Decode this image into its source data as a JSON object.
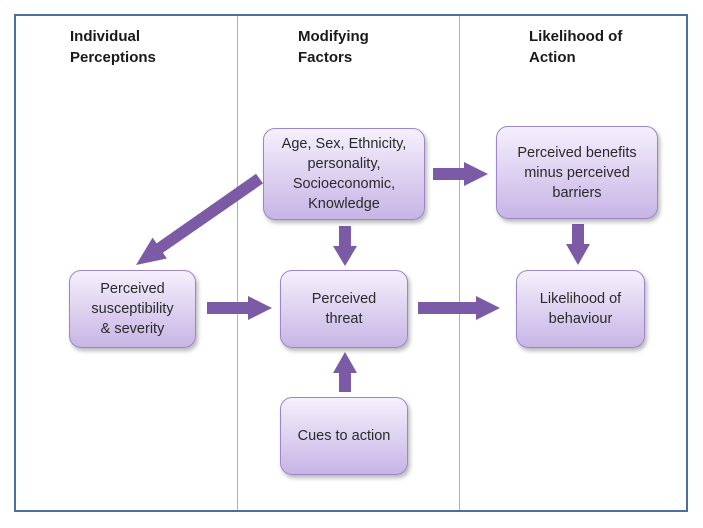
{
  "columns": {
    "individual": "Individual\nPerceptions",
    "modifying": "Modifying\nFactors",
    "likelihood": "Likelihood of\nAction"
  },
  "nodes": {
    "demographics": "Age, Sex, Ethnicity,\npersonality,\nSocioeconomic,\nKnowledge",
    "benefits": "Perceived benefits\nminus perceived\nbarriers",
    "susceptibility": "Perceived\nsusceptibility\n& severity",
    "threat": "Perceived\nthreat",
    "behaviour": "Likelihood of\nbehaviour",
    "cues": "Cues to action"
  },
  "colors": {
    "arrow": "#7b5aa6",
    "box_border": "#9a86c8",
    "frame": "#4a6fa0"
  }
}
